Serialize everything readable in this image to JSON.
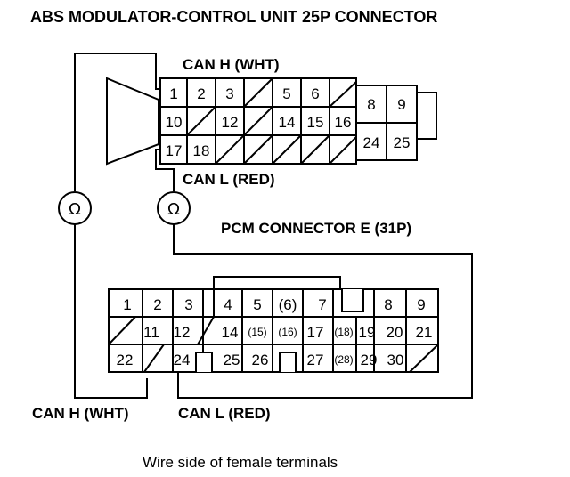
{
  "title": "ABS MODULATOR-CONTROL UNIT 25P CONNECTOR",
  "abs_can_h_label": "CAN H (WHT)",
  "abs_can_l_label": "CAN L (RED)",
  "pcm_title": "PCM CONNECTOR E (31P)",
  "pcm_can_h_label": "CAN H (WHT)",
  "pcm_can_l_label": "CAN L (RED)",
  "footer": "Wire side of female terminals",
  "ohm_symbol": "Ω",
  "abs_pins": [
    "1",
    "2",
    "3",
    "5",
    "6",
    "10",
    "12",
    "14",
    "15",
    "16",
    "17",
    "18",
    "8",
    "9",
    "24",
    "25"
  ],
  "pcm_pins": [
    "1",
    "2",
    "3",
    "4",
    "5",
    "(6)",
    "7",
    "8",
    "9",
    "11",
    "12",
    "14",
    "(15)",
    "(16)",
    "17",
    "(18)",
    "19",
    "20",
    "21",
    "22",
    "24",
    "25",
    "26",
    "27",
    "(28)",
    "29",
    "30"
  ],
  "meters": [
    "ohmmeter-1",
    "ohmmeter-2"
  ],
  "icons": {
    "meter": "ohm-meter-icon"
  }
}
